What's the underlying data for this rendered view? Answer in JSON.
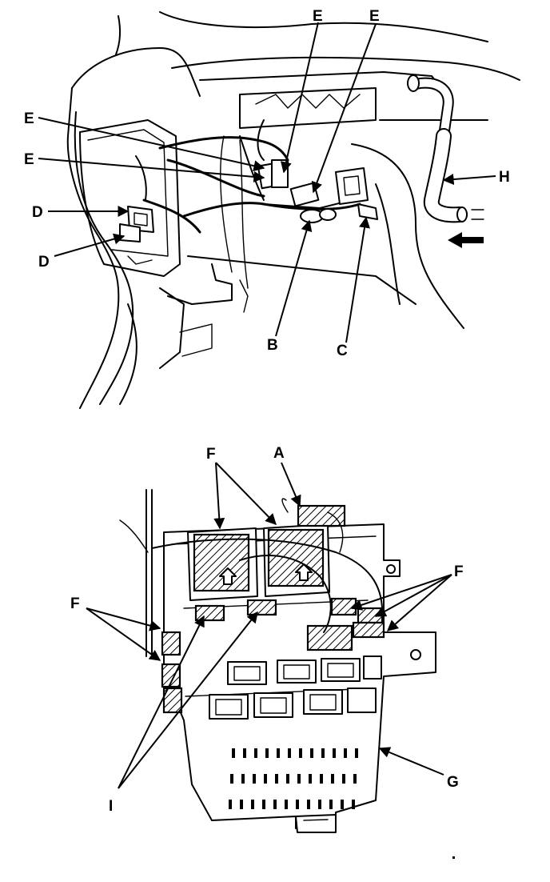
{
  "callouts": {
    "A": "A",
    "B": "B",
    "C": "C",
    "D": "D",
    "E": "E",
    "F": "F",
    "G": "G",
    "H": "H",
    "I": "I"
  }
}
